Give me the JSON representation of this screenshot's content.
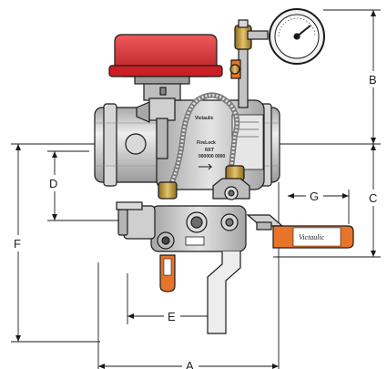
{
  "dimensions": {
    "A": "A",
    "B": "B",
    "C": "C",
    "D": "D",
    "E": "E",
    "F": "F",
    "G": "G"
  },
  "body_labels": {
    "brand_line_1": "Victaulic",
    "brand_line_2": "FireLock",
    "model_line": "NXT",
    "serial_line": "000000 0000"
  },
  "handle_label": "Victaulic",
  "colors": {
    "actuator_red": "#d8262c",
    "handle_orange": "#e8742a",
    "body_gray": "#c8c8c8",
    "brass": "#c9a24a",
    "line": "#1a1a1a"
  }
}
